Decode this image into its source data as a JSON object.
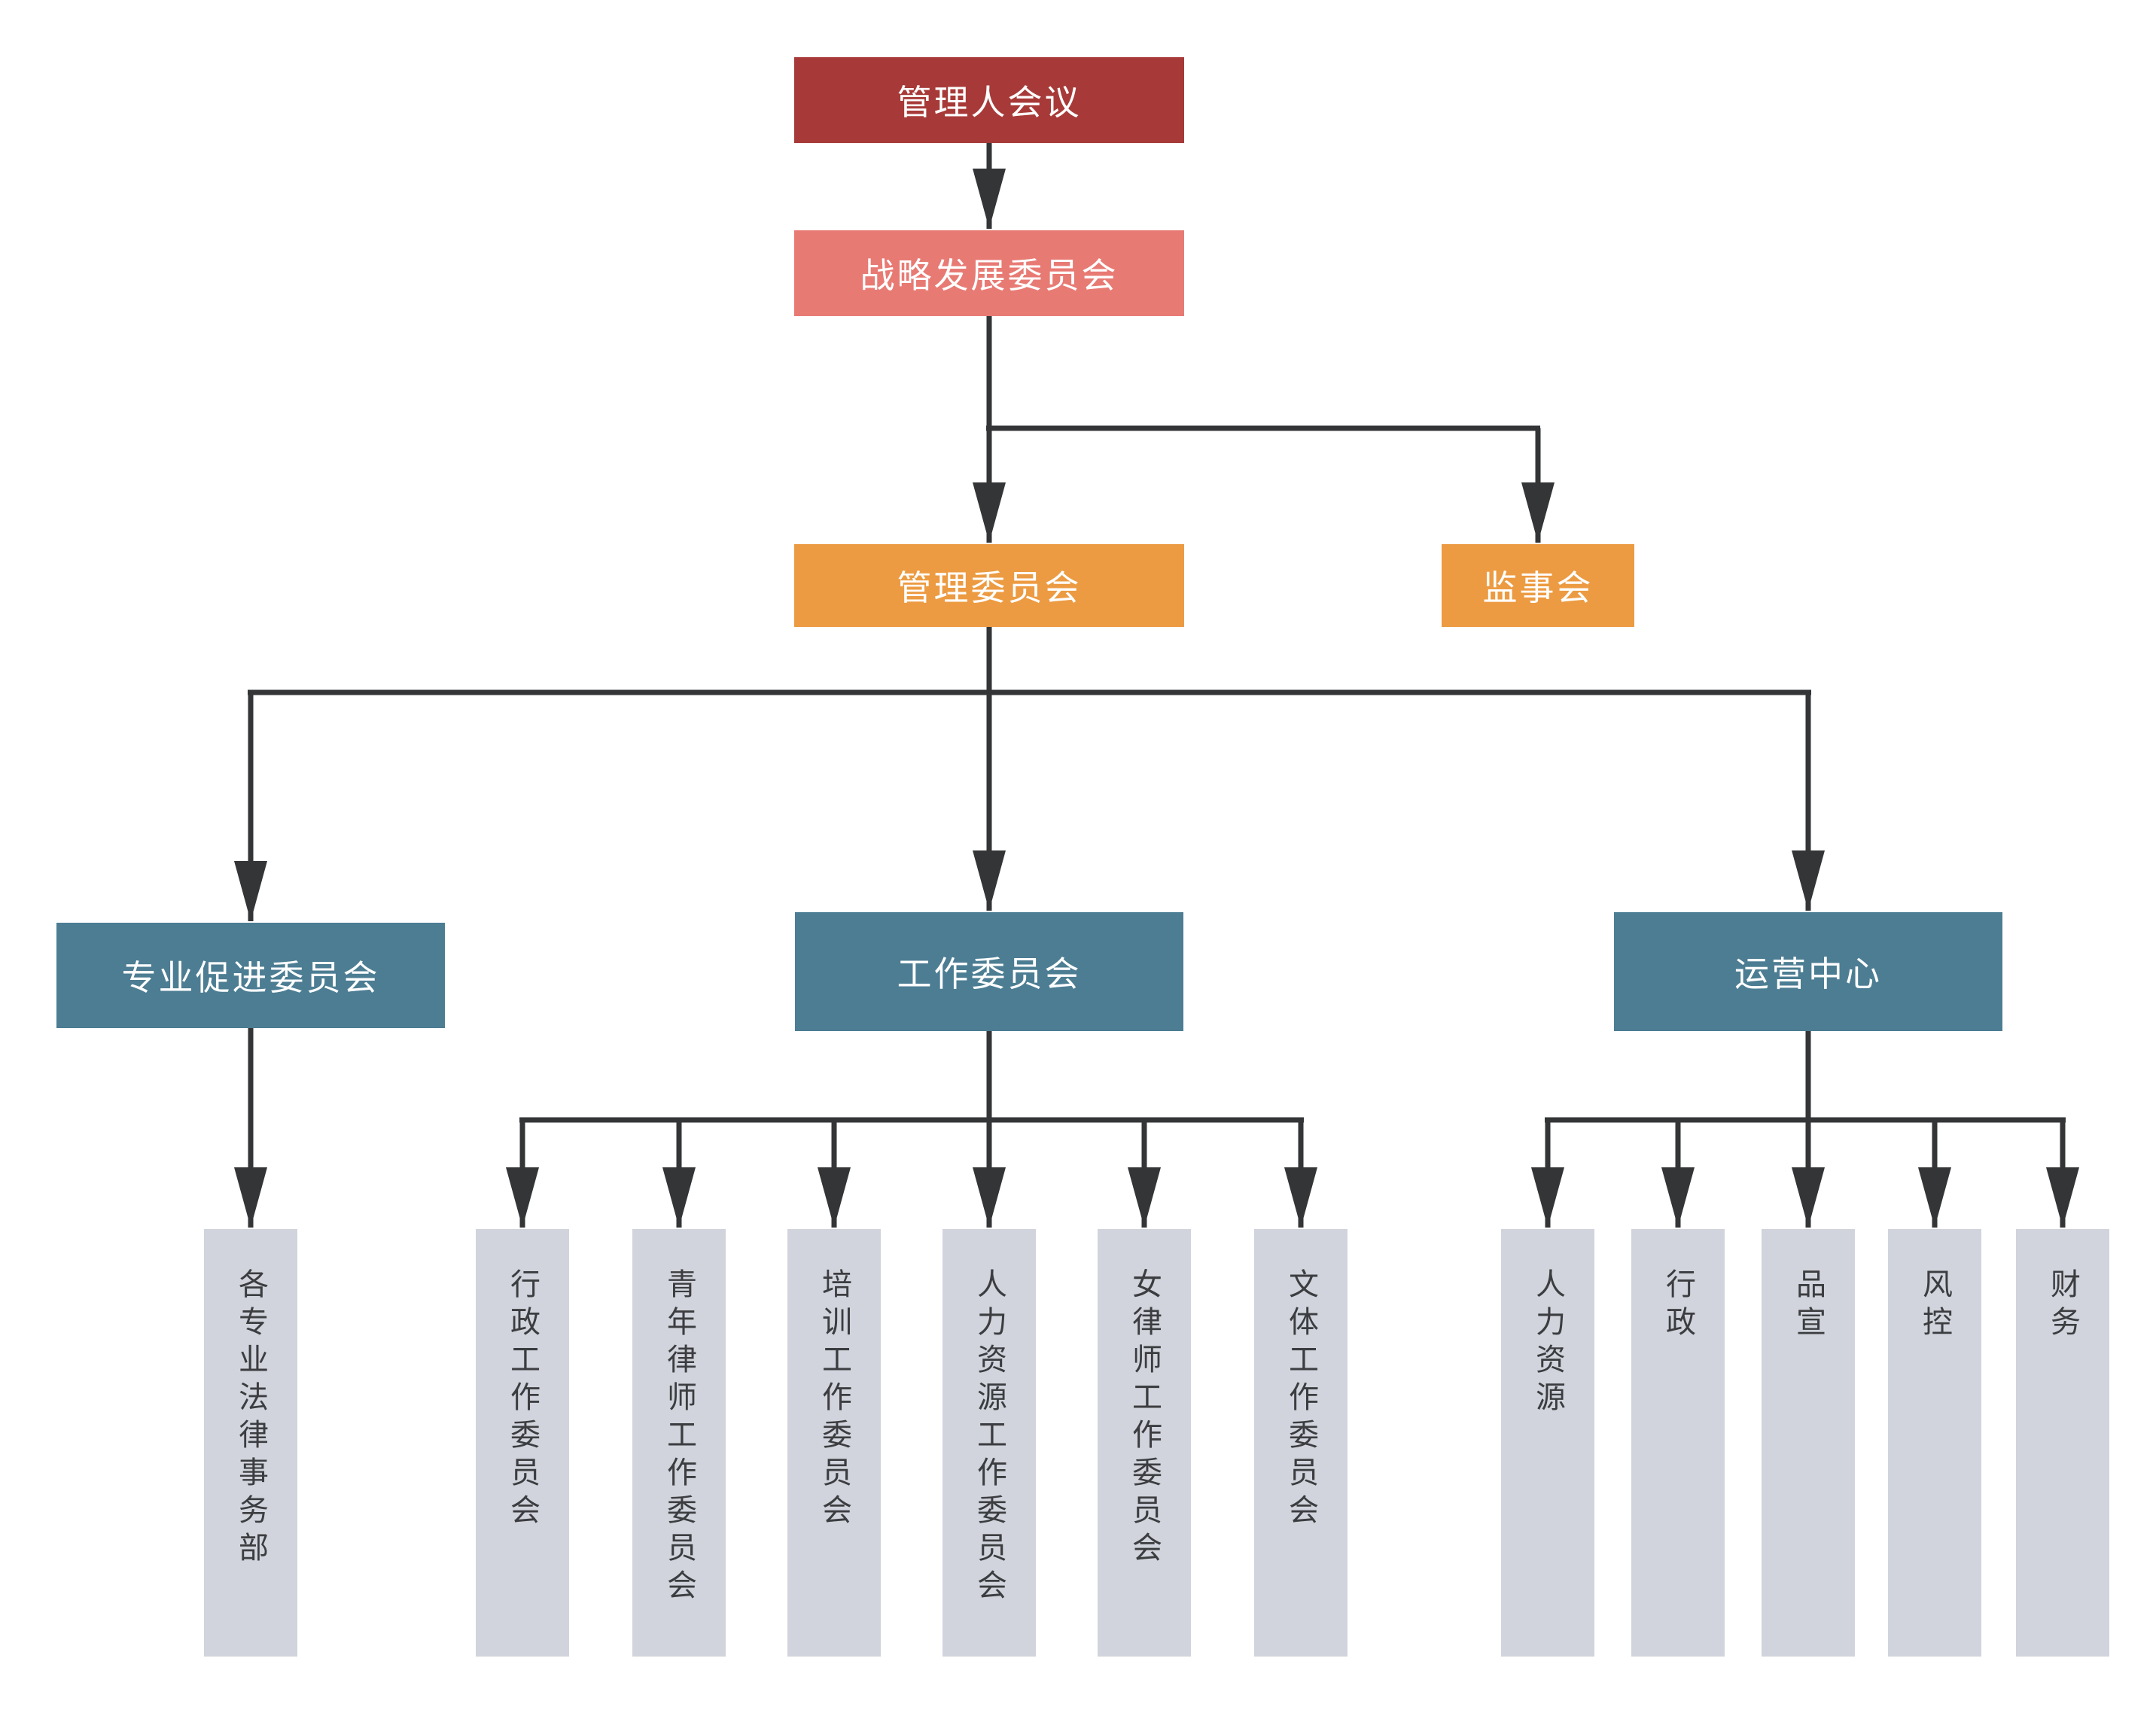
{
  "colors": {
    "level1_bg": "#A73A38",
    "level2_bg": "#E87A74",
    "level3_bg": "#EC9B42",
    "level4_bg": "#4C7D93",
    "leaf_bg": "#D1D4DC",
    "leaf_text": "#3B3D40",
    "node_text": "#FFFFFF",
    "connector": "#333537"
  },
  "nodes": {
    "root": "管理人会议",
    "strategy": "战略发展委员会",
    "management": "管理委员会",
    "supervisory": "监事会",
    "promotion": "专业促进委员会",
    "work": "工作委员会",
    "operations": "运营中心",
    "promotion_children": [
      "各专业法律事务部"
    ],
    "work_children": [
      "行政工作委员会",
      "青年律师工作委员会",
      "培训工作委员会",
      "人力资源工作委员会",
      "女律师工作委员会",
      "文体工作委员会"
    ],
    "operations_children": [
      "人力资源",
      "行政",
      "品宣",
      "风控",
      "财务"
    ]
  }
}
